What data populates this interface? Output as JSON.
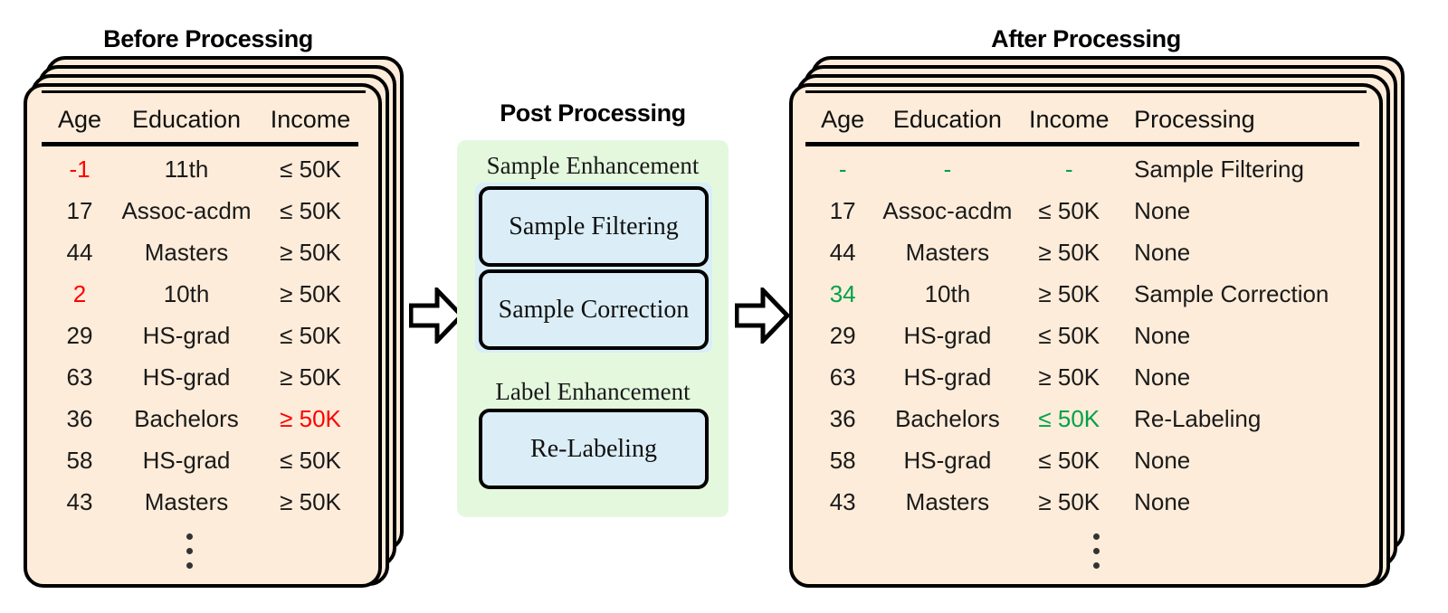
{
  "before": {
    "title": "Before Processing",
    "columns": [
      "Age",
      "Education",
      "Income"
    ],
    "rows": [
      {
        "age": "-1",
        "age_color": "red",
        "education": "11th",
        "income": "≤ 50K",
        "income_color": "normal"
      },
      {
        "age": "17",
        "age_color": "normal",
        "education": "Assoc-acdm",
        "income": "≤ 50K",
        "income_color": "normal"
      },
      {
        "age": "44",
        "age_color": "normal",
        "education": "Masters",
        "income": "≥ 50K",
        "income_color": "normal"
      },
      {
        "age": "2",
        "age_color": "red",
        "education": "10th",
        "income": "≥ 50K",
        "income_color": "normal"
      },
      {
        "age": "29",
        "age_color": "normal",
        "education": "HS-grad",
        "income": "≤ 50K",
        "income_color": "normal"
      },
      {
        "age": "63",
        "age_color": "normal",
        "education": "HS-grad",
        "income": "≥ 50K",
        "income_color": "normal"
      },
      {
        "age": "36",
        "age_color": "normal",
        "education": "Bachelors",
        "income": "≥ 50K",
        "income_color": "red"
      },
      {
        "age": "58",
        "age_color": "normal",
        "education": "HS-grad",
        "income": "≤ 50K",
        "income_color": "normal"
      },
      {
        "age": "43",
        "age_color": "normal",
        "education": "Masters",
        "income": "≥ 50K",
        "income_color": "normal"
      }
    ],
    "continuation": "vertical-ellipsis"
  },
  "after": {
    "title": "After Processing",
    "columns": [
      "Age",
      "Education",
      "Income",
      "Processing"
    ],
    "rows": [
      {
        "age": "-",
        "age_color": "green",
        "education": "-",
        "education_color": "green",
        "income": "-",
        "income_color": "green",
        "processing": "Sample Filtering"
      },
      {
        "age": "17",
        "age_color": "normal",
        "education": "Assoc-acdm",
        "education_color": "normal",
        "income": "≤ 50K",
        "income_color": "normal",
        "processing": "None"
      },
      {
        "age": "44",
        "age_color": "normal",
        "education": "Masters",
        "education_color": "normal",
        "income": "≥ 50K",
        "income_color": "normal",
        "processing": "None"
      },
      {
        "age": "34",
        "age_color": "green",
        "education": "10th",
        "education_color": "normal",
        "income": "≥ 50K",
        "income_color": "normal",
        "processing": "Sample Correction"
      },
      {
        "age": "29",
        "age_color": "normal",
        "education": "HS-grad",
        "education_color": "normal",
        "income": "≤ 50K",
        "income_color": "normal",
        "processing": "None"
      },
      {
        "age": "63",
        "age_color": "normal",
        "education": "HS-grad",
        "education_color": "normal",
        "income": "≥ 50K",
        "income_color": "normal",
        "processing": "None"
      },
      {
        "age": "36",
        "age_color": "normal",
        "education": "Bachelors",
        "education_color": "normal",
        "income": "≤ 50K",
        "income_color": "green",
        "processing": "Re-Labeling"
      },
      {
        "age": "58",
        "age_color": "normal",
        "education": "HS-grad",
        "education_color": "normal",
        "income": "≤ 50K",
        "income_color": "normal",
        "processing": "None"
      },
      {
        "age": "43",
        "age_color": "normal",
        "education": "Masters",
        "education_color": "normal",
        "income": "≥ 50K",
        "income_color": "normal",
        "processing": "None"
      }
    ],
    "continuation": "vertical-ellipsis"
  },
  "post_processing": {
    "title": "Post Processing",
    "groups": [
      {
        "label": "Sample Enhancement",
        "boxes": [
          "Sample Filtering",
          "Sample Correction"
        ]
      },
      {
        "label": "Label Enhancement",
        "boxes": [
          "Re-Labeling"
        ]
      }
    ]
  },
  "arrows": {
    "left_to_center": "block-arrow-right",
    "center_to_right": "block-arrow-right"
  },
  "colors": {
    "paper": "#fdecd9",
    "panel_green": "#e4f8de",
    "group_blue": "#d8eef8",
    "box_blue": "#dbeef7",
    "highlight_red": "#ff0000",
    "highlight_green": "#00a14b",
    "outline": "#000000"
  }
}
